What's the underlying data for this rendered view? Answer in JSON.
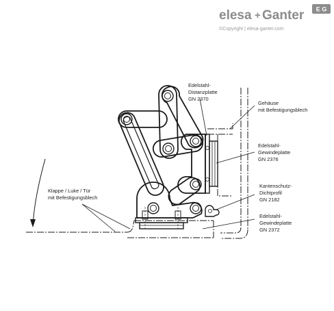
{
  "brand": {
    "logo_text_left": "elesa",
    "logo_text_plus": "+",
    "logo_text_right": "Ganter",
    "badge": "E G",
    "copyright": "©Copyright | elesa-ganter.com"
  },
  "labels": {
    "distanzplatte": [
      "Edelstahl-",
      "Distanzplatte",
      "GN 2370"
    ],
    "gehaeuse": [
      "Gehäuse",
      "mit Befestigungsblech"
    ],
    "gewindeplatte_2376": [
      "Edelstahl-",
      "Gewindeplatte",
      "GN 2376"
    ],
    "klappe": [
      "Klappe / Luke / Tür",
      "mit Befestigungsblech"
    ],
    "kantenschutz": [
      "Kantenschutz-",
      "Dichtprofil",
      "GN 2182"
    ],
    "gewindeplatte_2372": [
      "Edelstahl-",
      "Gewindeplatte",
      "GN 2372"
    ]
  }
}
